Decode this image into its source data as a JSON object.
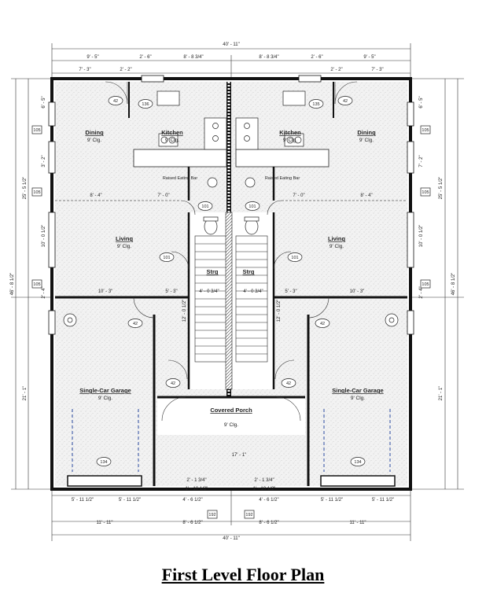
{
  "title": "First Level Floor Plan",
  "dims": {
    "overall_top": "40' - 11\"",
    "overall_bottom": "40' - 11\"",
    "top_row1": [
      "9' - 5\"",
      "2' - 6\"",
      "8' - 8 3/4\"",
      "8' - 8 3/4\"",
      "2' - 6\"",
      "9' - 5\""
    ],
    "top_row2": [
      "7' - 3\"",
      "2' - 2\"",
      "2' - 2\"",
      "7' - 3\""
    ],
    "left_total": "46' - 8 1/2\"",
    "left_upper": "25' - 5 1/2\"",
    "left_lower": "21' - 1\"",
    "left_segments": [
      "6' - 5\"",
      "3' - 2\"",
      "10' - 0 1/2\"",
      "2' - 4\""
    ],
    "right_total": "46' - 8 1/2\"",
    "right_upper": "25' - 5 1/2\"",
    "right_lower": "21' - 1\"",
    "right_segments": [
      "6' - 5\"",
      "7' - 2\"",
      "10' - 0 1/2\"",
      "2' - 4\""
    ],
    "living_w": [
      "8' - 4\"",
      "7' - 0\"",
      "7' - 0\"",
      "8' - 4\""
    ],
    "mid_row": [
      "10' - 3\"",
      "5' - 3\"",
      "4' - 0 3/4\"",
      "4' - 0 3/4\"",
      "5' - 3\"",
      "10' - 3\""
    ],
    "stair_h": [
      "12' - 0 1/2\"",
      "12' - 0 1/2\""
    ],
    "porch": [
      "17' - 1\"",
      "2' - 1 3/4\"",
      "2' - 1 3/4\"",
      "1' - 10 1/2\"",
      "1' - 10 1/2\""
    ],
    "bottom_row1": [
      "5' - 11 1/2\"",
      "5' - 11 1/2\"",
      "4' - 6 1/2\"",
      "4' - 6 1/2\"",
      "5' - 11 1/2\"",
      "5' - 11 1/2\""
    ],
    "bottom_row2": [
      "11' - 11\"",
      "8' - 6 1/2\"",
      "8' - 6 1/2\"",
      "11' - 11\""
    ]
  },
  "rooms": [
    {
      "name": "Dining",
      "clg": "9' Clg."
    },
    {
      "name": "Kitchen",
      "clg": "9' Clg."
    },
    {
      "name": "Kitchen",
      "clg": "9' Clg."
    },
    {
      "name": "Dining",
      "clg": "9' Clg."
    },
    {
      "name": "Living",
      "clg": "9' Clg."
    },
    {
      "name": "Living",
      "clg": "9' Clg."
    },
    {
      "name": "Strg",
      "clg": ""
    },
    {
      "name": "Strg",
      "clg": ""
    },
    {
      "name": "Single-Car Garage",
      "clg": "9' Clg."
    },
    {
      "name": "Single-Car Garage",
      "clg": "9' Clg."
    },
    {
      "name": "Covered Porch",
      "clg": "9' Clg."
    }
  ],
  "door_tags": [
    "42",
    "136",
    "42",
    "135",
    "101",
    "101",
    "101",
    "101",
    "42",
    "42",
    "42",
    "42",
    "134",
    "134"
  ],
  "window_tags": [
    "105",
    "105",
    "105",
    "105",
    "105",
    "105",
    "192",
    "192"
  ],
  "kitchen_notes": [
    "Raised Eating Bar",
    "Raised Eating Bar"
  ],
  "colors": {
    "fill": "#ececec",
    "line": "#111111"
  }
}
